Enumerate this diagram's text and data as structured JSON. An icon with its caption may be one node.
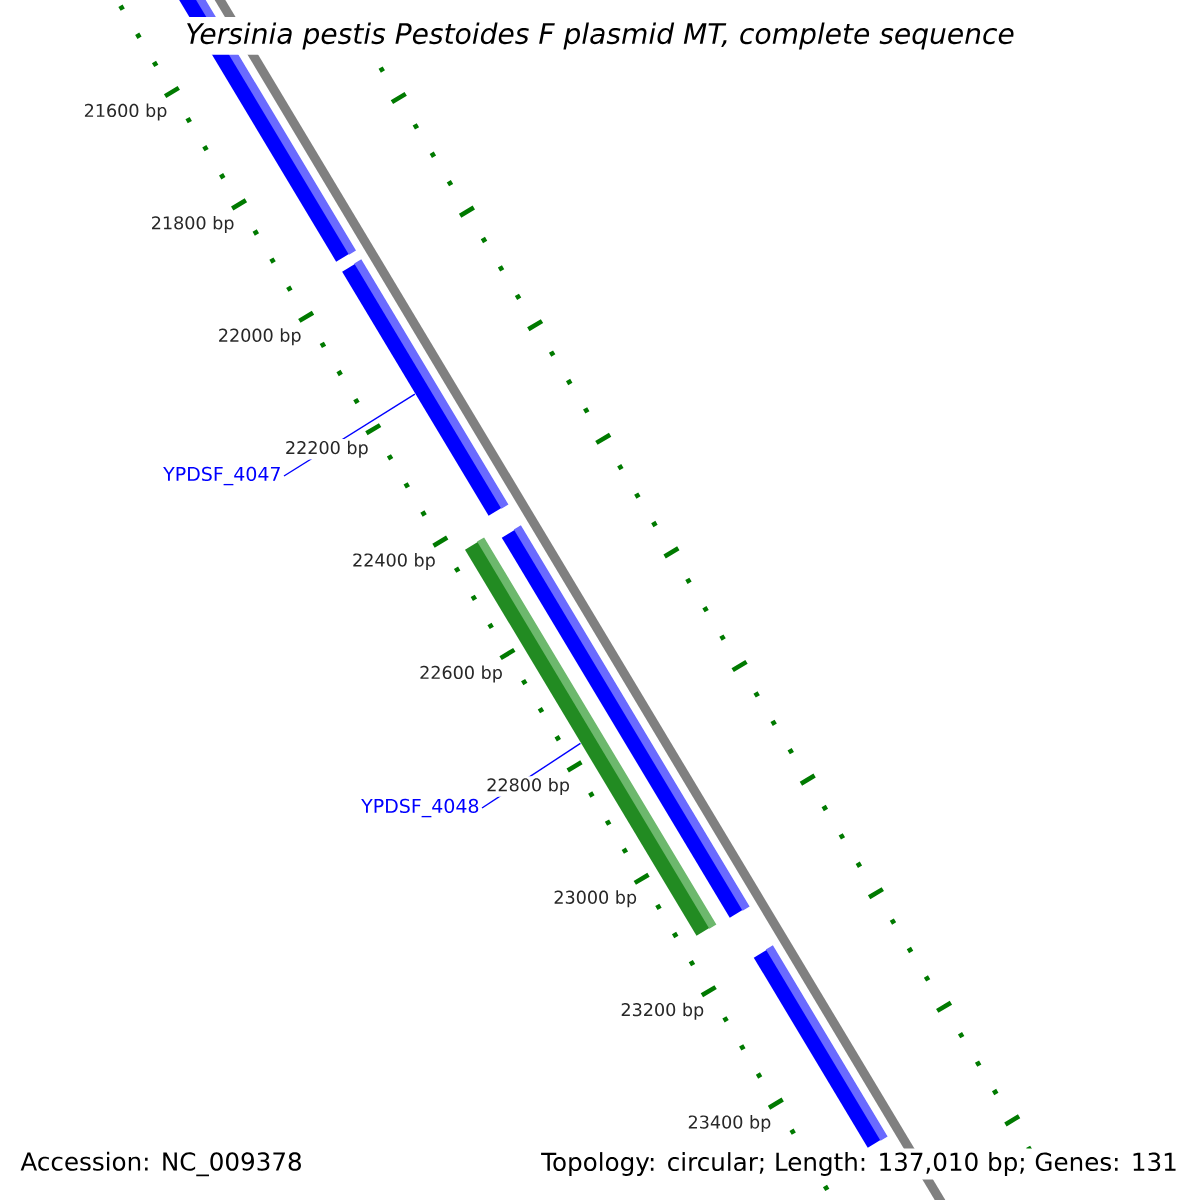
{
  "diagram": {
    "title": "Yersinia pestis Pestoides F plasmid MT, complete sequence",
    "nodes": [
      {
        "text": [],
        "shape": "bar"
      },
      {
        "text": [],
        "shape": "bar"
      },
      {
        "text": [],
        "shape": "bar"
      },
      {
        "text": [],
        "shape": "bar"
      },
      {
        "text": [],
        "shape": "bar"
      },
      {
        "text": [
          "YPDSF_4047"
        ]
      },
      {
        "text": [
          "YPDSF_4048"
        ]
      }
    ],
    "edges": [
      {
        "from": 5,
        "to": 1,
        "arrow": "none"
      },
      {
        "from": 6,
        "to": 3,
        "arrow": "none"
      }
    ],
    "labels": [
      "21600 bp",
      "21800 bp",
      "22000 bp",
      "22200 bp",
      "22400 bp",
      "22600 bp",
      "22800 bp",
      "23000 bp",
      "23200 bp",
      "23400 bp",
      "Accession: NC_009378",
      "Topology: circular; Length: 137,010 bp; Genes: 131"
    ]
  }
}
